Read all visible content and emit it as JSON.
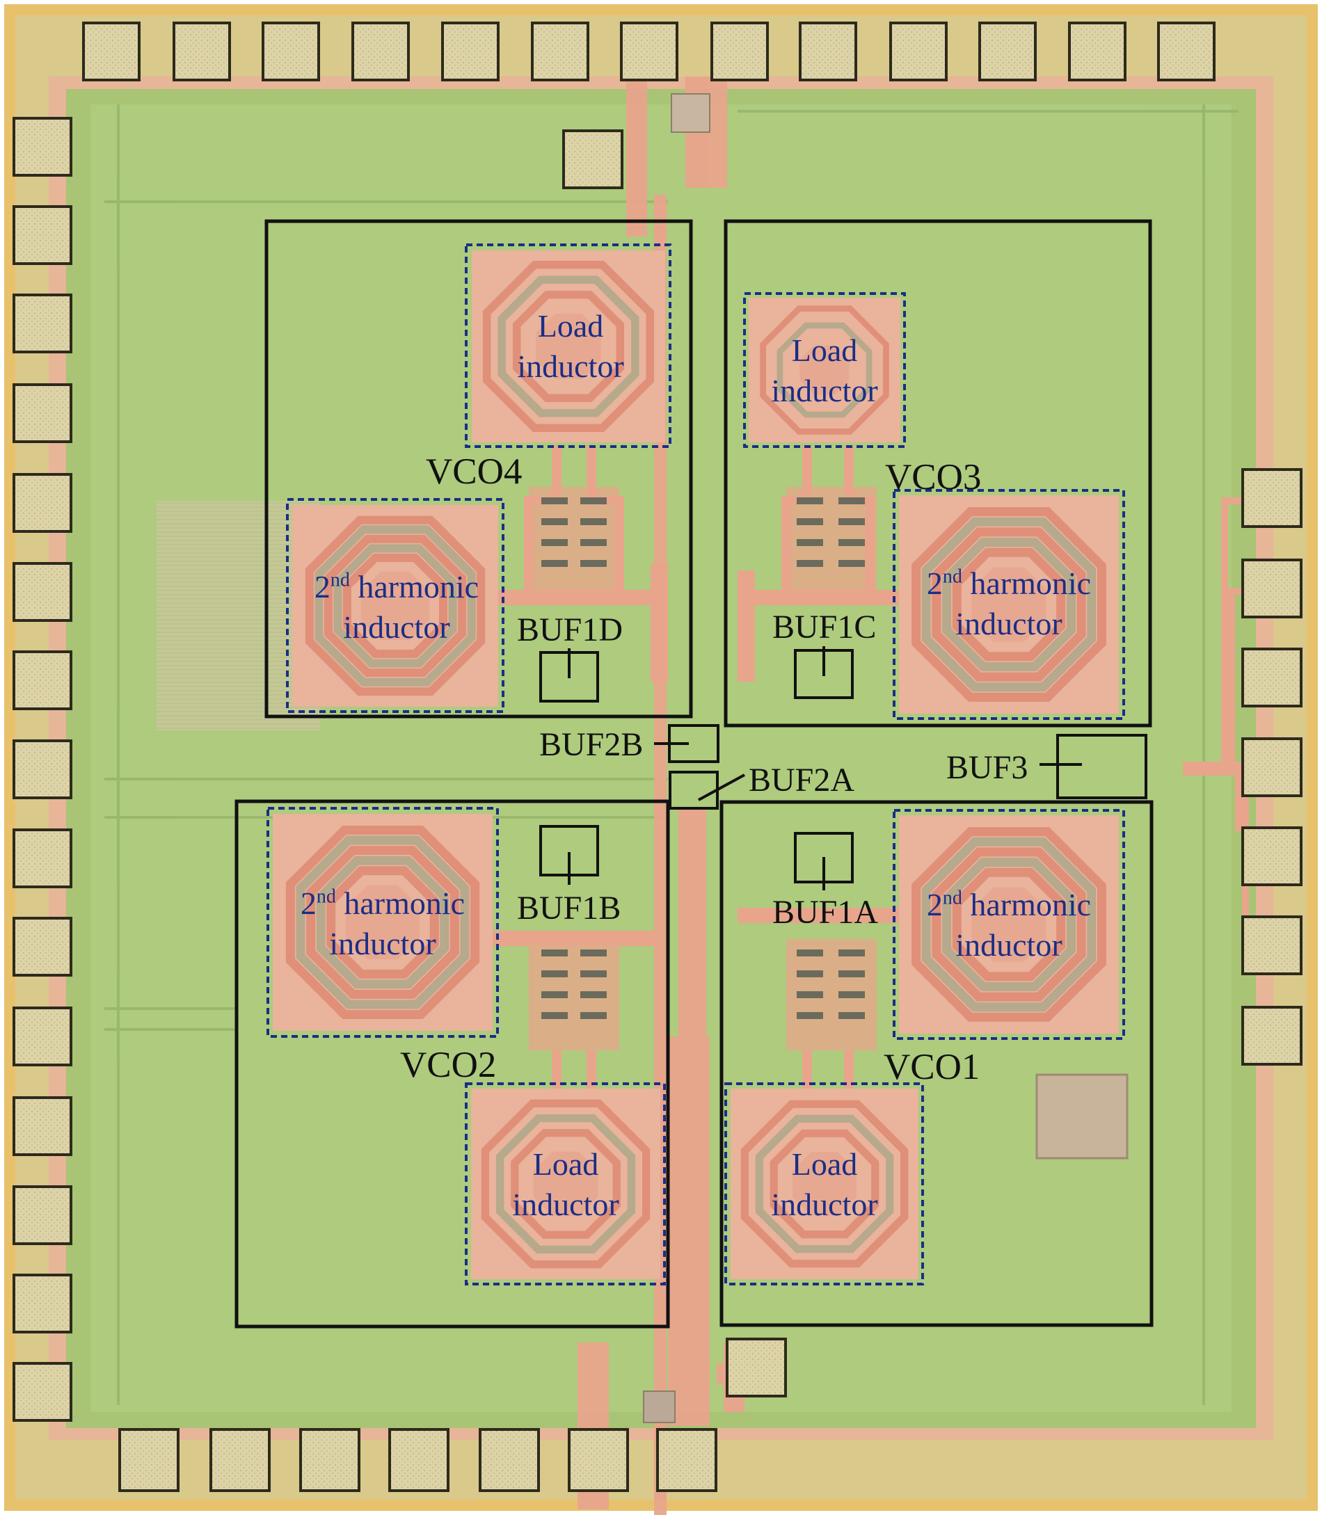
{
  "colors": {
    "outer_ring": "#e8c16c",
    "core_green": "#a8c474",
    "metal_pink": "#e8a58c",
    "pad_fill": "#ddd3a8",
    "pad_border": "#2d2a1c",
    "annotation_black": "#111111",
    "annotation_blue": "#1a2e86"
  },
  "vco_labels": {
    "vco1": "VCO1",
    "vco2": "VCO2",
    "vco3": "VCO3",
    "vco4": "VCO4"
  },
  "buffer_labels": {
    "buf1a": "BUF1A",
    "buf1b": "BUF1B",
    "buf1c": "BUF1C",
    "buf1d": "BUF1D",
    "buf2a": "BUF2A",
    "buf2b": "BUF2B",
    "buf3": "BUF3"
  },
  "inductor_labels": {
    "load_line1": "Load",
    "load_line2": "inductor",
    "harmonic_ordinal": "2",
    "harmonic_suffix": "nd",
    "harmonic_word": "harmonic",
    "harmonic_line2": "inductor"
  }
}
